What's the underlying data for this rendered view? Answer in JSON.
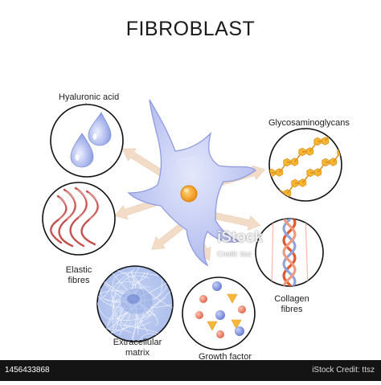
{
  "title": "FIBROBLAST",
  "components": {
    "hyaluronic_acid": "Hyaluronic acid",
    "glycosaminoglycans": "Glycosaminoglycans",
    "elastic_fibres_line1": "Elastic",
    "elastic_fibres_line2": "fibres",
    "collagen_fibres_line1": "Collagen",
    "collagen_fibres_line2": "fibres",
    "extracellular_matrix_line1": "Extracellular",
    "extracellular_matrix_line2": "matrix",
    "growth_factor": "Growth factor"
  },
  "watermark": {
    "brand": "iStock",
    "credit": "Credit: ttsz"
  },
  "footer": {
    "image_id": "1456433868",
    "brand": "iStock",
    "credit": "Credit: ttsz"
  },
  "colors": {
    "cell_body": "#c5cdf4",
    "cell_outline": "#8f9be0",
    "nucleus": "#f4a21e",
    "arrow": "#f2dcc8",
    "hexagon": "#f7b733",
    "elastic_fibre": "#c4514f",
    "collagen_red": "#e3572f",
    "collagen_blue": "#8ea4dc",
    "drop": "#9aaae8"
  }
}
